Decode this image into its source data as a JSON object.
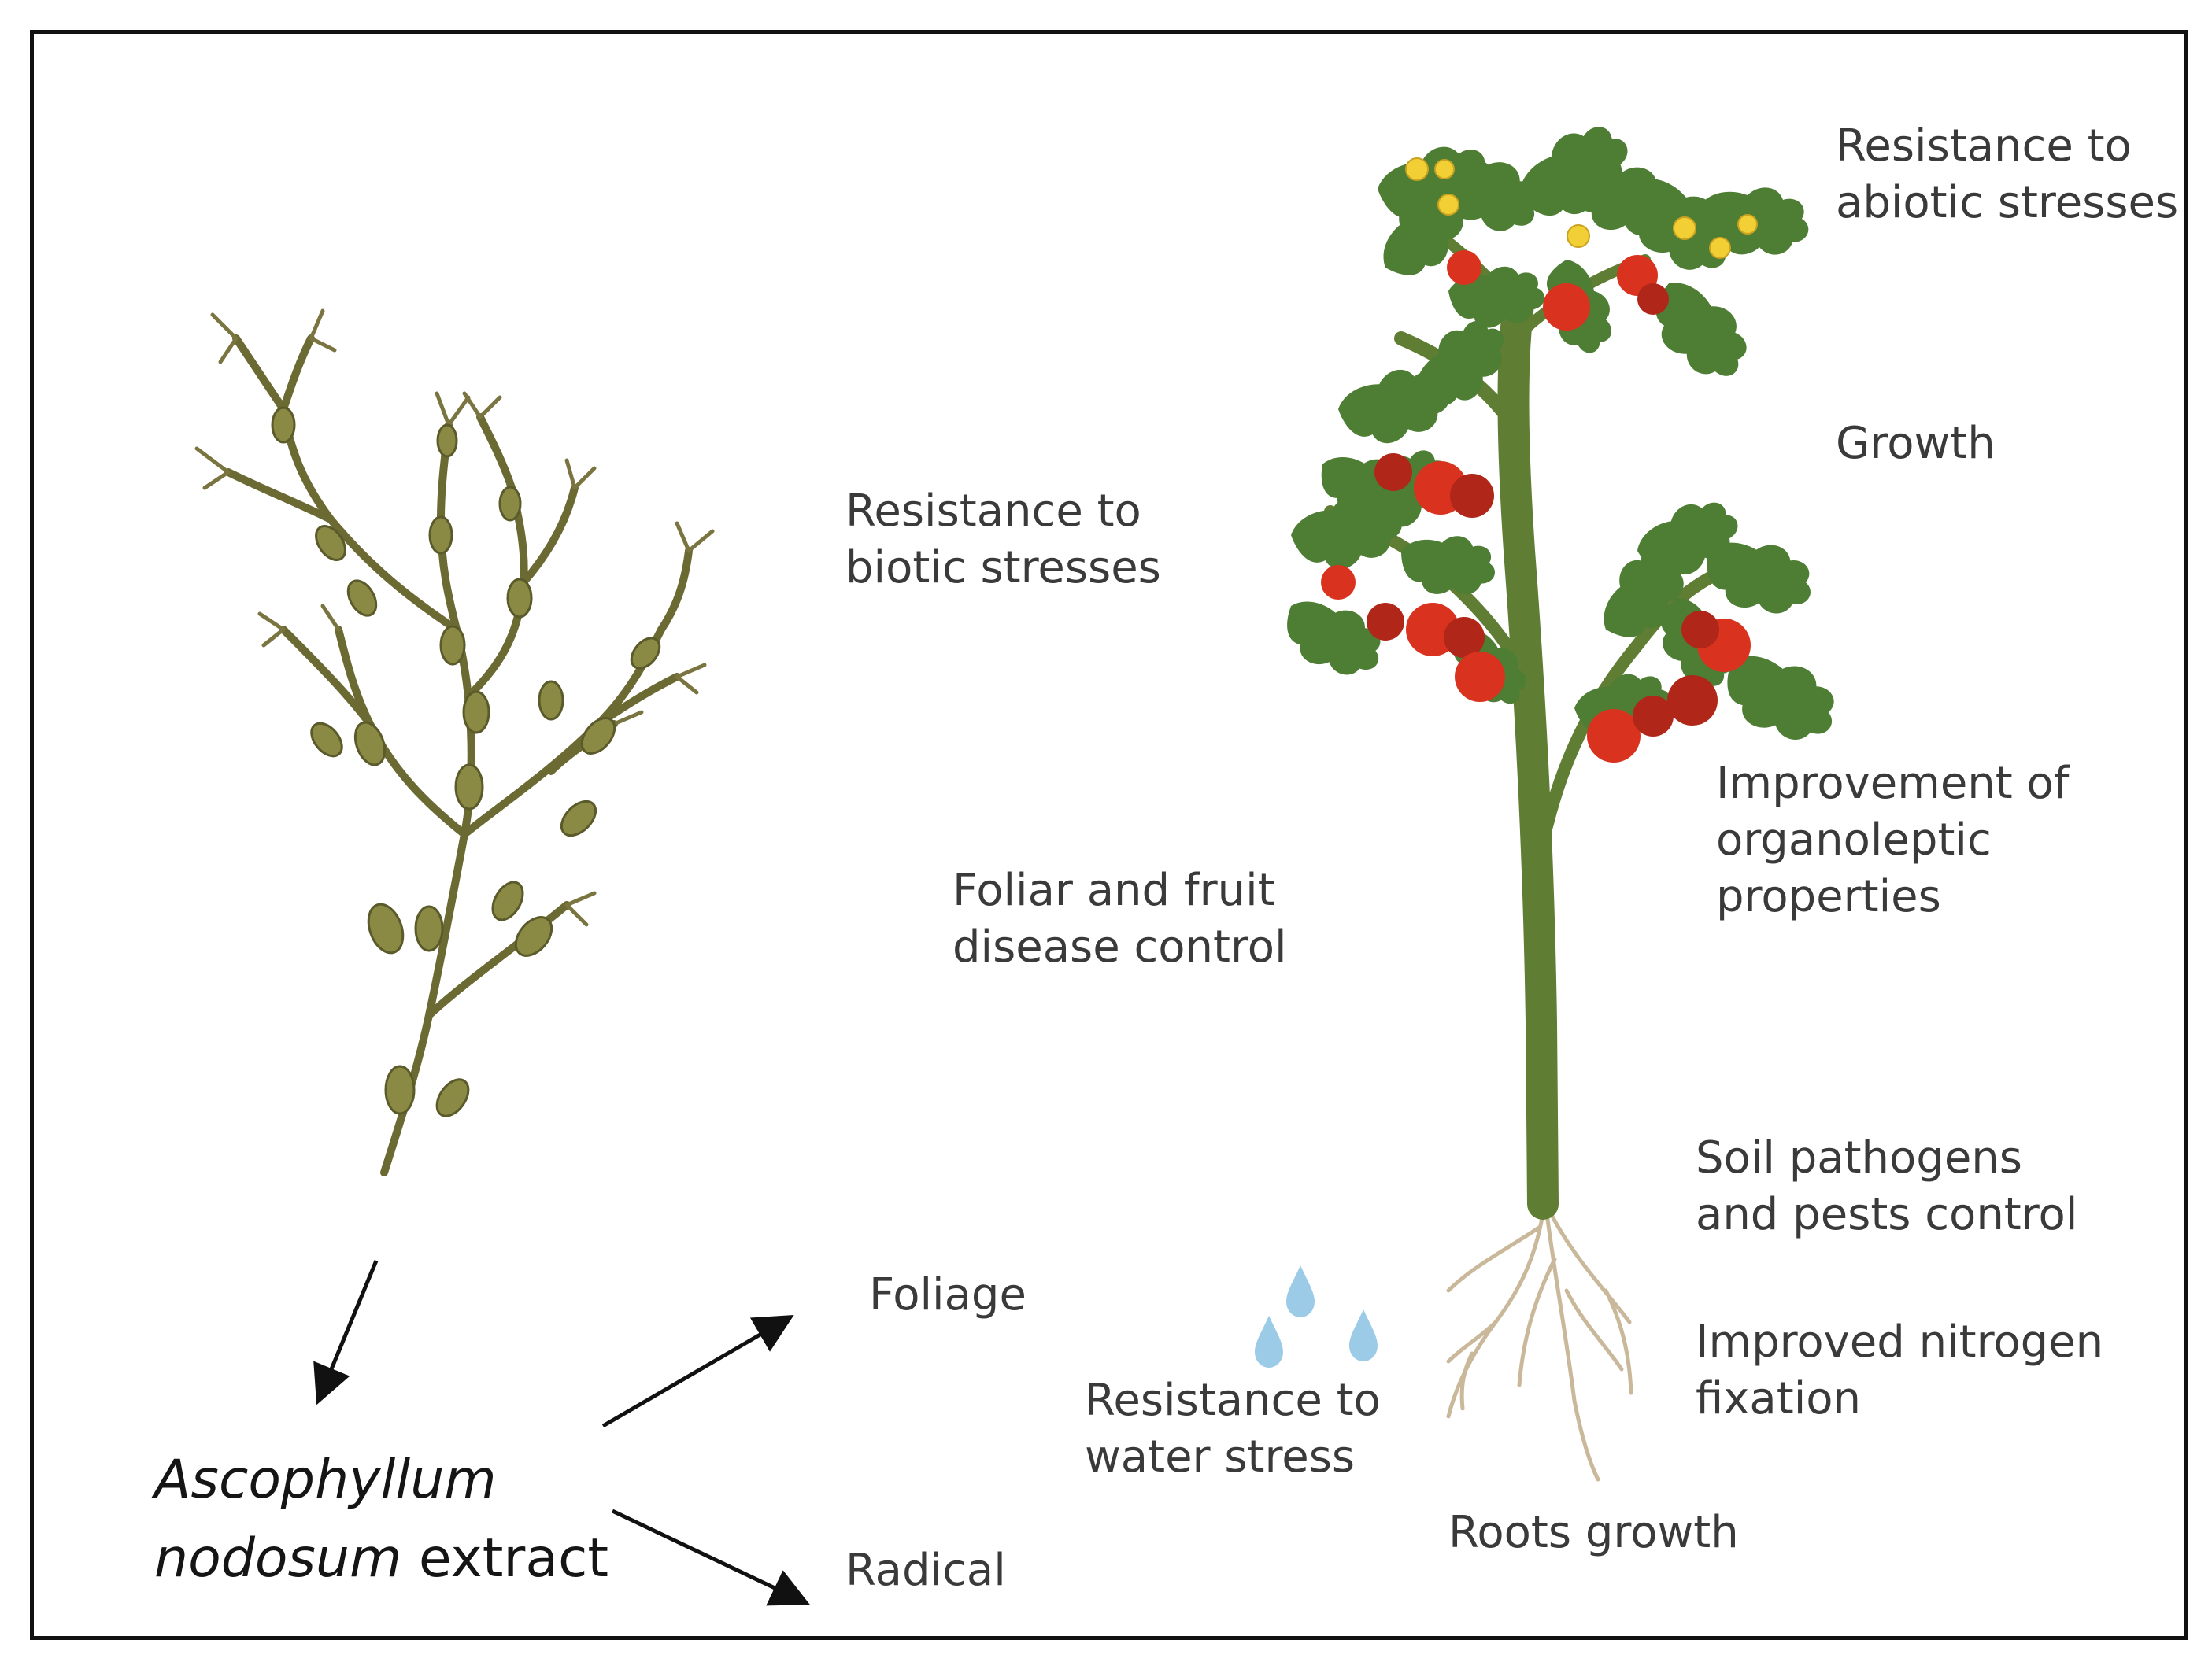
{
  "species": {
    "genus": "Ascophyllum",
    "epithet": "nodosum",
    "suffix": "extract"
  },
  "application_routes": {
    "foliage": "Foliage",
    "radical": "Radical"
  },
  "effects": {
    "abiotic": [
      "Resistance to",
      "abiotic stresses"
    ],
    "growth": "Growth",
    "biotic": [
      "Resistance to",
      "biotic stresses"
    ],
    "organoleptic": [
      "Improvement of",
      "organoleptic",
      "properties"
    ],
    "disease": [
      "Foliar and fruit",
      "disease control"
    ],
    "soil": [
      "Soil pathogens",
      "and pests control"
    ],
    "nitrogen": [
      "Improved nitrogen",
      "fixation"
    ],
    "water": [
      "Resistance to",
      "water stress"
    ],
    "roots": "Roots growth"
  },
  "colors": {
    "seaweed": "#6b6a33",
    "seaweed_bladder": "#8a8a45",
    "stem": "#5f7d33",
    "leaf": "#4e7d34",
    "tomato": "#d9331f",
    "flower": "#f2cf35",
    "water_drop": "#9ccbe8",
    "root": "#c9b89a"
  }
}
